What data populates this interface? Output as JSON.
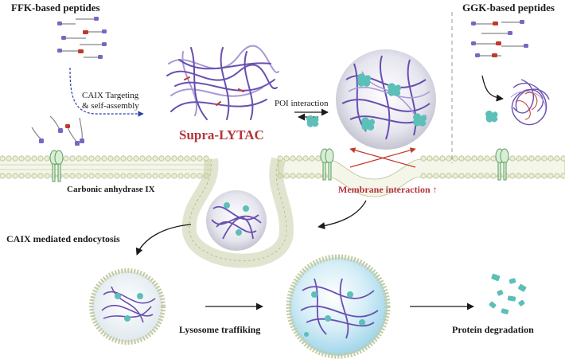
{
  "labels": {
    "ffk": "FFK-based peptides",
    "ggk": "GGK-based peptides",
    "caix_targeting_line1": "CAIX Targeting",
    "caix_targeting_line2": "& self-assembly",
    "supra_lytac": "Supra-LYTAC",
    "poi_interaction": "POI interaction",
    "carbonic_anhydrase": "Carbonic anhydrase IX",
    "membrane_interaction": "Membrane interaction ↑",
    "endocytosis": "CAIX mediated endocytosis",
    "lysosome": "Lysosome traffiking",
    "degradation": "Protein degradation"
  },
  "colors": {
    "fiber": "#6a4fb0",
    "fiber_light": "#a99ad6",
    "fiber_red": "#c0392b",
    "protein": "#5cbfb8",
    "head": "#7a66c2",
    "lipid": "#e6ecd2",
    "label_red": "#b5343a"
  }
}
